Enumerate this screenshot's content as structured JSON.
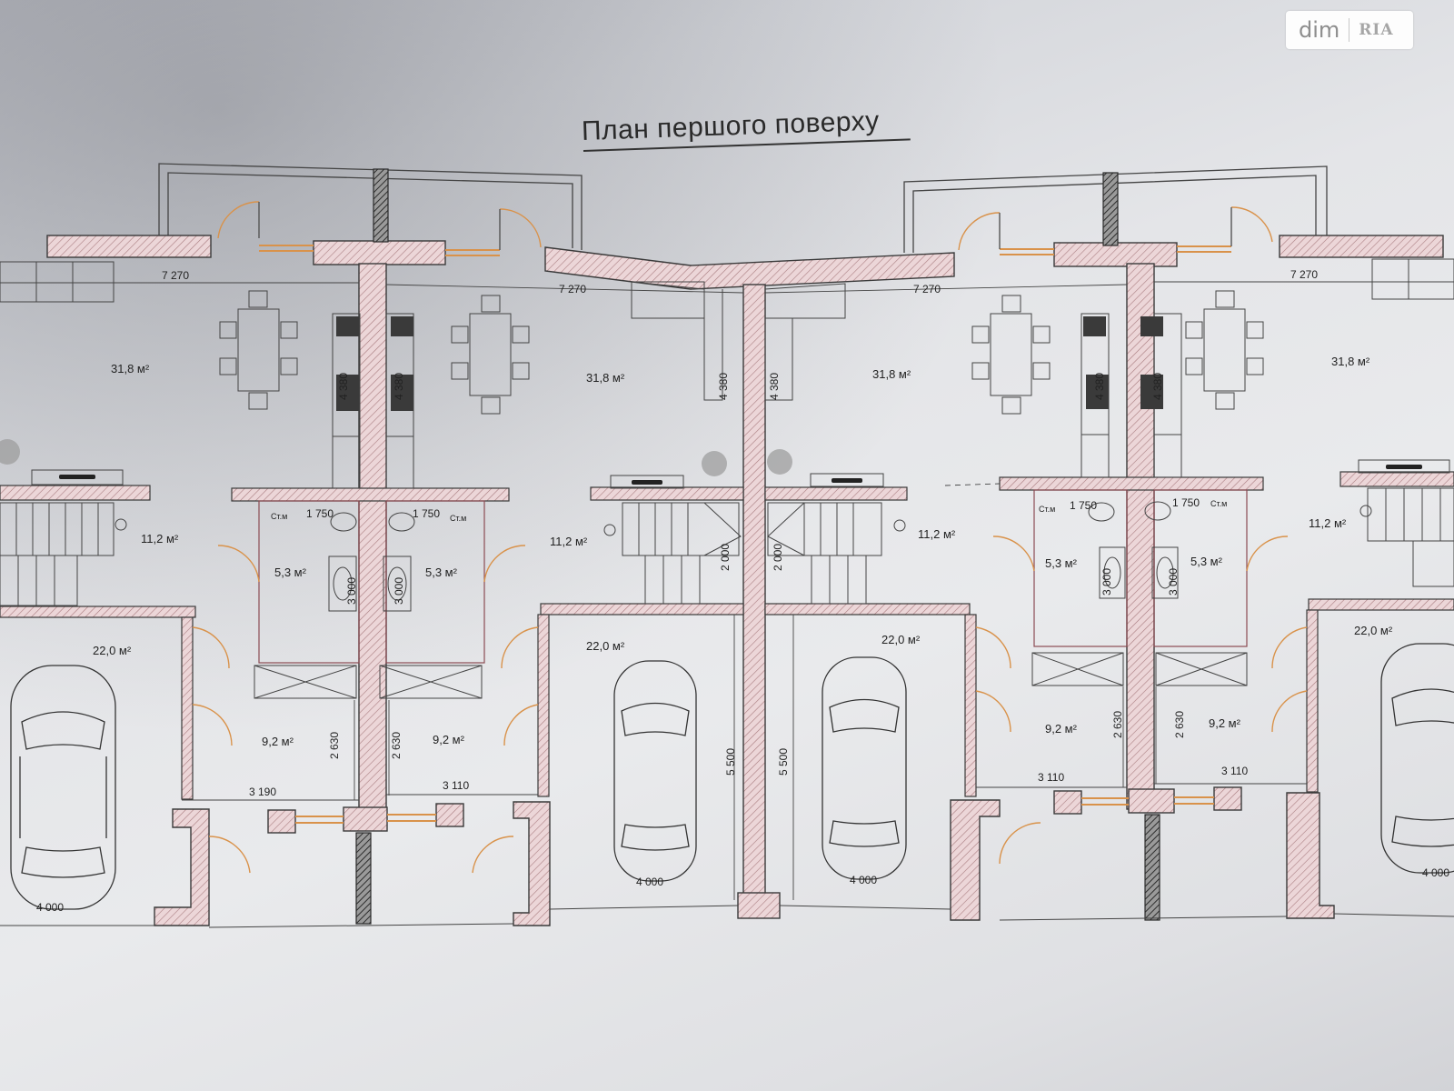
{
  "title": "План першого поверху",
  "watermark": {
    "brand": "dim",
    "logo": "RIA"
  },
  "colors": {
    "wall_fill": "#ecd6d8",
    "wall_stroke": "#3a3a3a",
    "line": "#444444",
    "door_arc": "#d9924a",
    "window": "#d9924a"
  },
  "room_labels": [
    {
      "id": "kitchen-1",
      "text": "31,8 м²"
    },
    {
      "id": "kitchen-2",
      "text": "31,8 м²"
    },
    {
      "id": "kitchen-3",
      "text": "31,8 м²"
    },
    {
      "id": "kitchen-4",
      "text": "31,8 м²"
    },
    {
      "id": "hall-1",
      "text": "11,2 м²"
    },
    {
      "id": "hall-2",
      "text": "11,2 м²"
    },
    {
      "id": "hall-3",
      "text": "11,2 м²"
    },
    {
      "id": "hall-4",
      "text": "11,2 м²"
    },
    {
      "id": "bath-1",
      "text": "5,3 м²"
    },
    {
      "id": "bath-2",
      "text": "5,3 м²"
    },
    {
      "id": "bath-3",
      "text": "5,3 м²"
    },
    {
      "id": "bath-4",
      "text": "5,3 м²"
    },
    {
      "id": "garage-1",
      "text": "22,0 м²"
    },
    {
      "id": "garage-2",
      "text": "22,0 м²"
    },
    {
      "id": "garage-3",
      "text": "22,0 м²"
    },
    {
      "id": "garage-4",
      "text": "22,0 м²"
    },
    {
      "id": "utility-1",
      "text": "9,2 м²"
    },
    {
      "id": "utility-2",
      "text": "9,2 м²"
    },
    {
      "id": "utility-3",
      "text": "9,2 м²"
    },
    {
      "id": "utility-4",
      "text": "9,2 м²"
    }
  ],
  "dimensions": [
    {
      "id": "d7270-1",
      "text": "7 270"
    },
    {
      "id": "d7270-2",
      "text": "7 270"
    },
    {
      "id": "d7270-3",
      "text": "7 270"
    },
    {
      "id": "d7270-4",
      "text": "7 270"
    },
    {
      "id": "d4380-1",
      "text": "4 380"
    },
    {
      "id": "d4380-2",
      "text": "4 380"
    },
    {
      "id": "d4380-3",
      "text": "4 380"
    },
    {
      "id": "d4380-4",
      "text": "4 380"
    },
    {
      "id": "d4380-5",
      "text": "4 380"
    },
    {
      "id": "d4380-6",
      "text": "4 380"
    },
    {
      "id": "d1750-1",
      "text": "1 750"
    },
    {
      "id": "d1750-2",
      "text": "1 750"
    },
    {
      "id": "d1750-3",
      "text": "1 750"
    },
    {
      "id": "d1750-4",
      "text": "1 750"
    },
    {
      "id": "d3000-1",
      "text": "3 000"
    },
    {
      "id": "d3000-2",
      "text": "3 000"
    },
    {
      "id": "d3000-3",
      "text": "3 000"
    },
    {
      "id": "d3000-4",
      "text": "3 000"
    },
    {
      "id": "d2000-1",
      "text": "2 000"
    },
    {
      "id": "d2000-2",
      "text": "2 000"
    },
    {
      "id": "d2630-1",
      "text": "2 630"
    },
    {
      "id": "d2630-2",
      "text": "2 630"
    },
    {
      "id": "d2630-3",
      "text": "2 630"
    },
    {
      "id": "d2630-4",
      "text": "2 630"
    },
    {
      "id": "d5500-1",
      "text": "5 500"
    },
    {
      "id": "d5500-2",
      "text": "5 500"
    },
    {
      "id": "d3190-1",
      "text": "3 190"
    },
    {
      "id": "d3110-1",
      "text": "3 110"
    },
    {
      "id": "d3110-2",
      "text": "3 110"
    },
    {
      "id": "d3110-3",
      "text": "3 110"
    },
    {
      "id": "d4000-1",
      "text": "4 000"
    },
    {
      "id": "d4000-2",
      "text": "4 000"
    },
    {
      "id": "d4000-3",
      "text": "4 000"
    },
    {
      "id": "d4000-4",
      "text": "4 000"
    }
  ],
  "fixture_labels": [
    {
      "id": "stm-1",
      "text": "Ст.м"
    },
    {
      "id": "stm-2",
      "text": "Ст.м"
    },
    {
      "id": "stm-3",
      "text": "Ст.м"
    },
    {
      "id": "stm-4",
      "text": "Ст.м"
    }
  ]
}
